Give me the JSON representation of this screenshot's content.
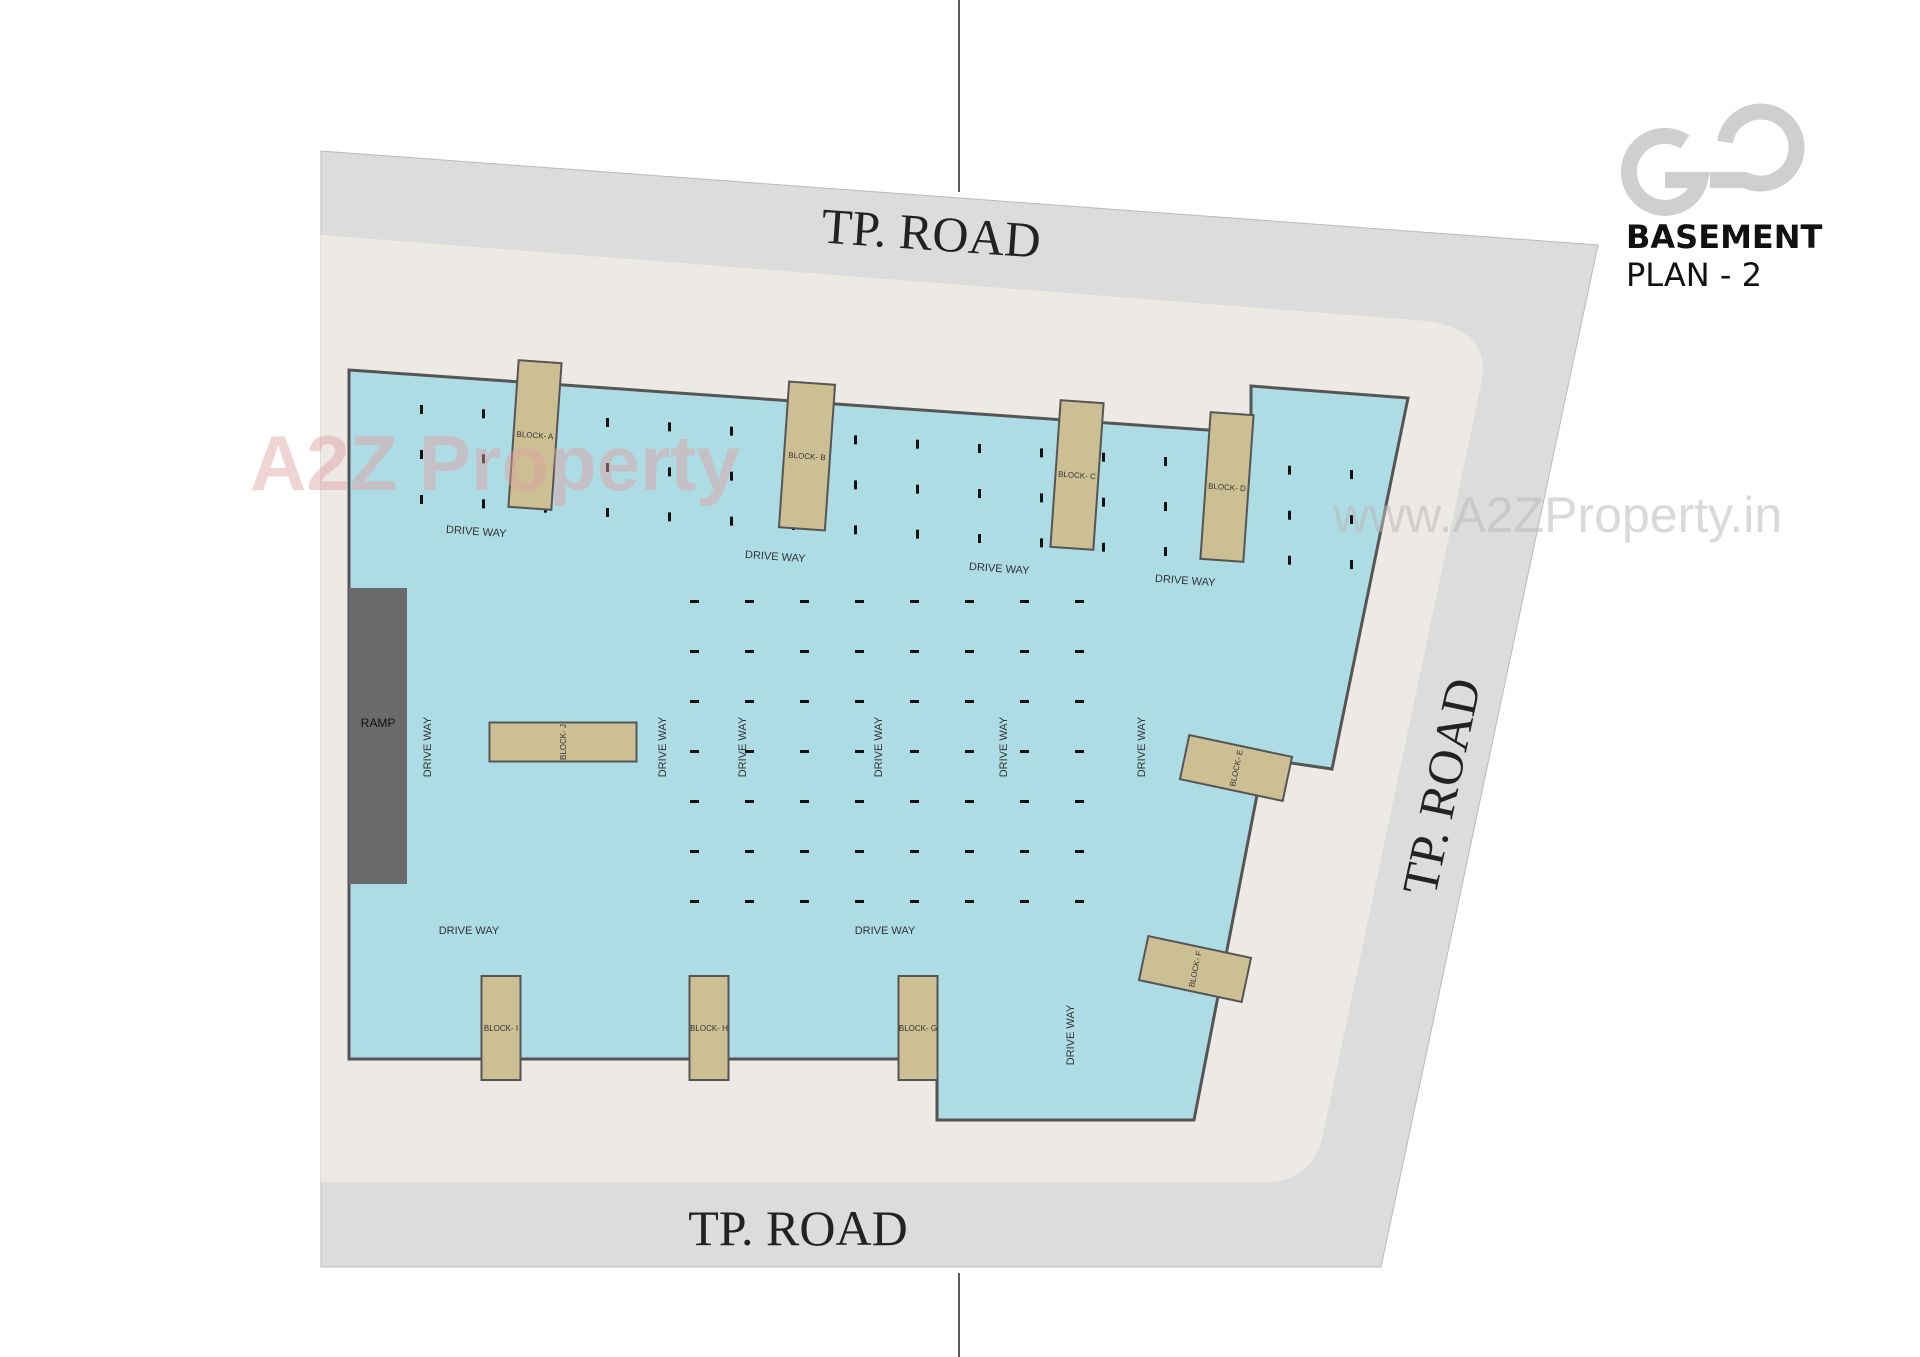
{
  "plan": {
    "title_line1": "BASEMENT",
    "title_line2": "PLAN - 2",
    "logo": "GG",
    "roads": {
      "top": "TP. ROAD",
      "right": "TP. ROAD",
      "bottom": "TP. ROAD"
    },
    "ramp": "RAMP",
    "blocks": [
      "BLOCK- A",
      "BLOCK- B",
      "BLOCK- C",
      "BLOCK- D",
      "BLOCK- E",
      "BLOCK- F",
      "BLOCK- G",
      "BLOCK- H",
      "BLOCK- I",
      "BLOCK- J"
    ],
    "drive_way": "DRIVE WAY",
    "watermark": "A2Z Property",
    "watermark_url": "www.A2ZProperty.in"
  },
  "colors": {
    "road": "#dcdcdc",
    "plot": "#ede9e5",
    "basement": "#aedce4",
    "block": "#cdbf94",
    "ramp": "#6a6a6a"
  }
}
